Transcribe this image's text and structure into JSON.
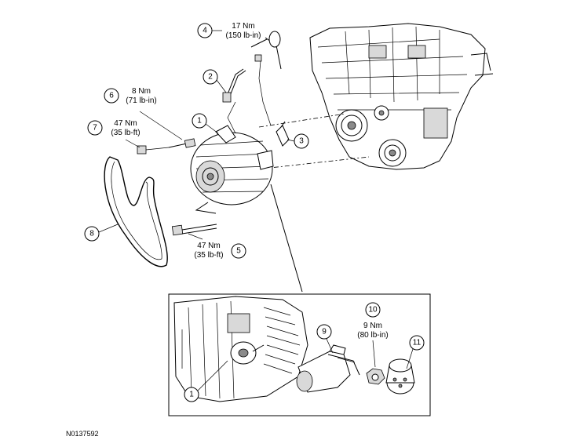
{
  "callouts": {
    "c1": "1",
    "c2": "2",
    "c3": "3",
    "c4": "4",
    "c5": "5",
    "c6": "6",
    "c7": "7",
    "c8": "8",
    "c9": "9",
    "c10": "10",
    "c11": "11",
    "c1_detail": "1"
  },
  "torques": {
    "t4_nm": "17 Nm",
    "t4_imperial": "(150 lb-in)",
    "t6_nm": "8 Nm",
    "t6_imperial": "(71 lb-in)",
    "t7_nm": "47 Nm",
    "t7_imperial": "(35 lb-ft)",
    "t5_nm": "47 Nm",
    "t5_imperial": "(35 lb-ft)",
    "t10_nm": "9 Nm",
    "t10_imperial": "(80 lb-in)"
  },
  "figure_id": "N0137592"
}
